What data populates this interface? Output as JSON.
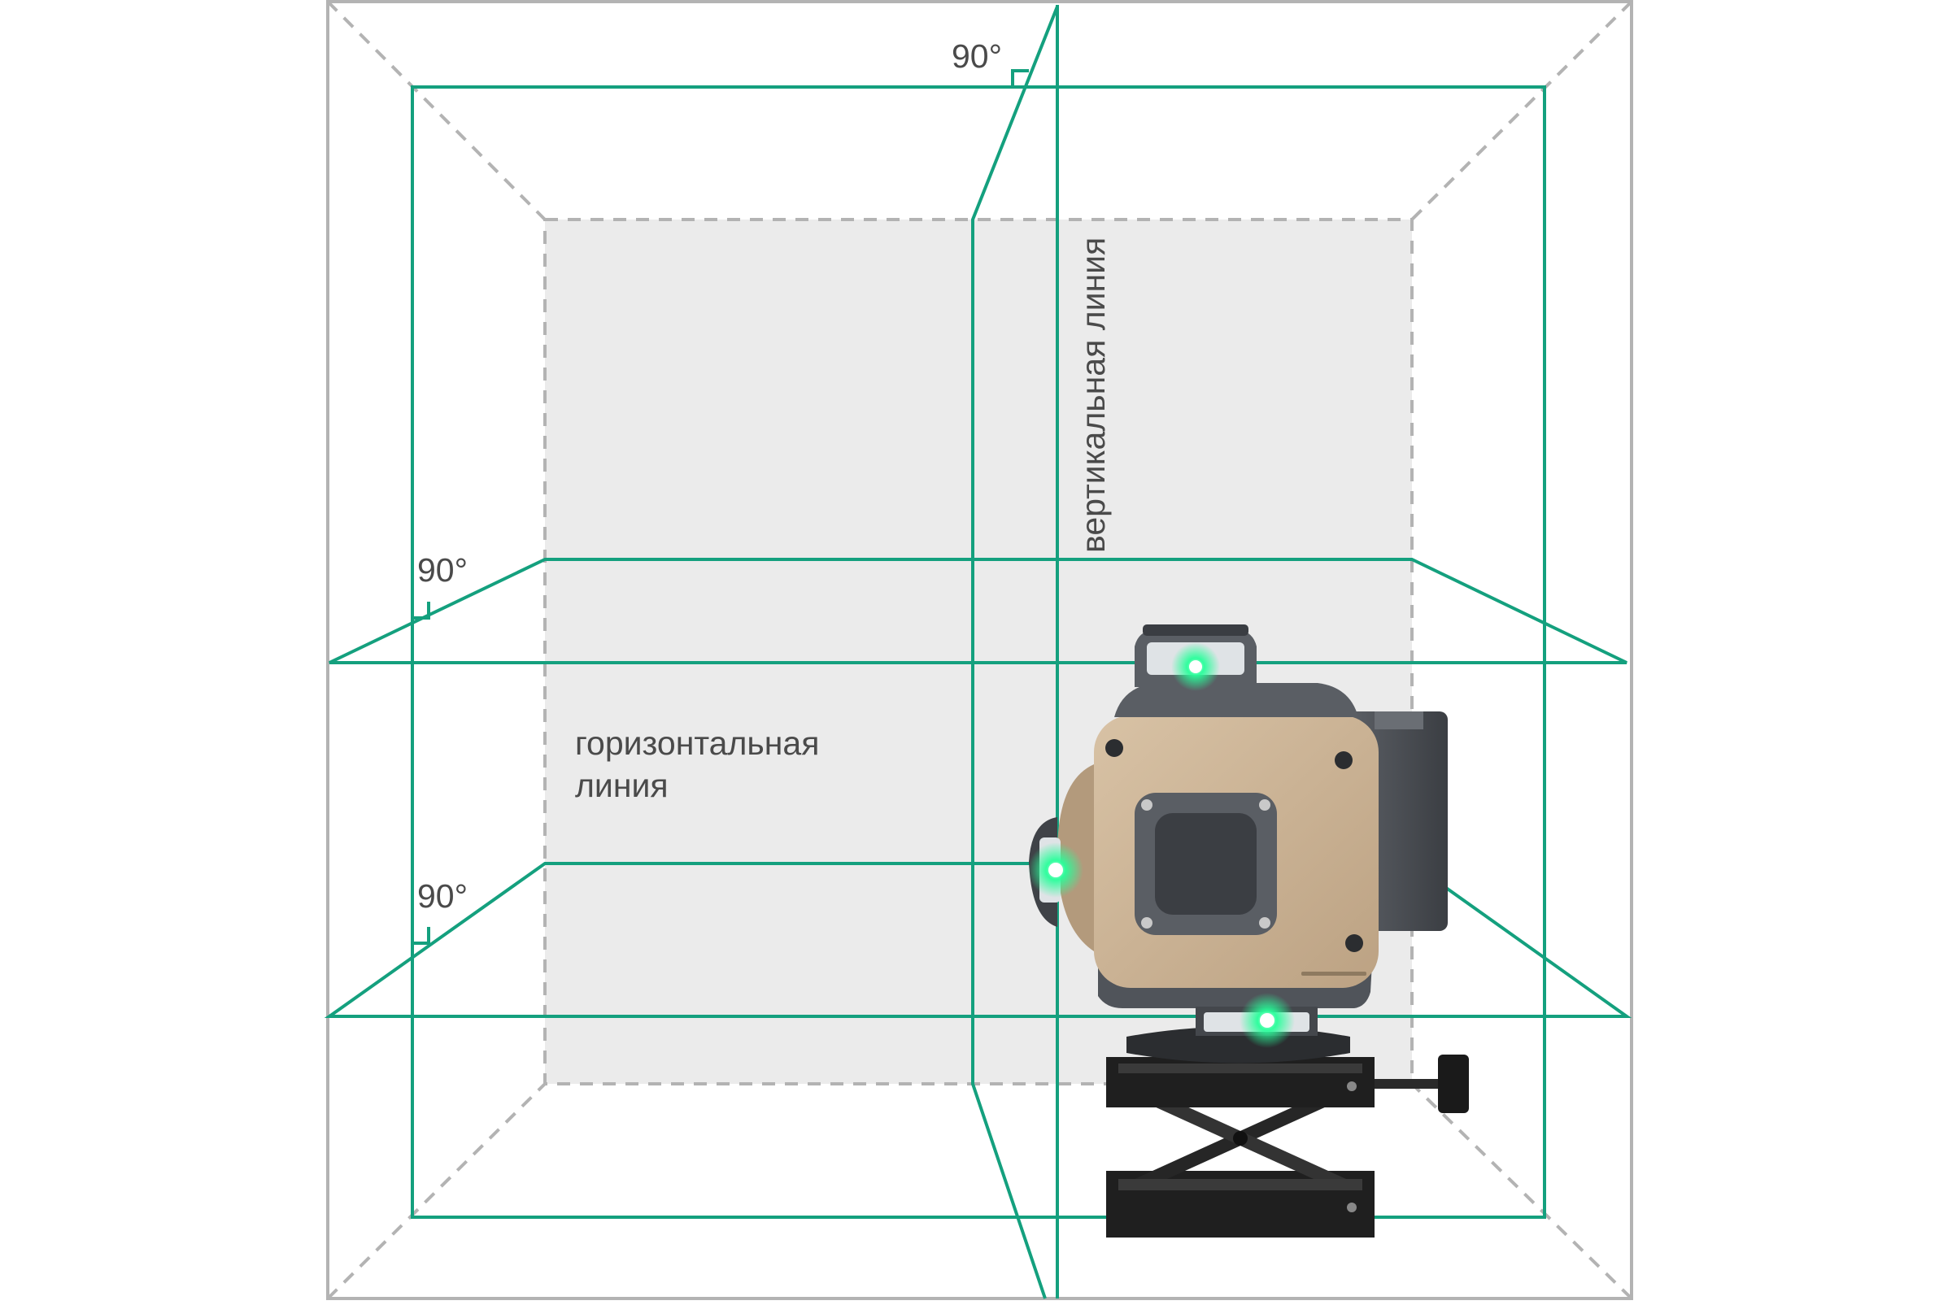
{
  "labels": {
    "angle_top": "90°",
    "angle_left_upper": "90°",
    "angle_left_lower": "90°",
    "horizontal_line_1": "горизонтальная",
    "horizontal_line_2": "линия",
    "vertical_line": "вертикальная линия"
  },
  "colors": {
    "laser_line": "#14a07e",
    "room_outline": "#b3b3b3",
    "back_wall": "#ebebeb",
    "label_text": "#4a4a4a",
    "device_body": "#cdb495",
    "device_dark": "#4a4d52",
    "stand": "#1f1f1f",
    "laser_glow": "#27ff9a"
  },
  "icons": {
    "device": "laser-level-icon",
    "stand": "scissor-lift-stand-icon"
  }
}
